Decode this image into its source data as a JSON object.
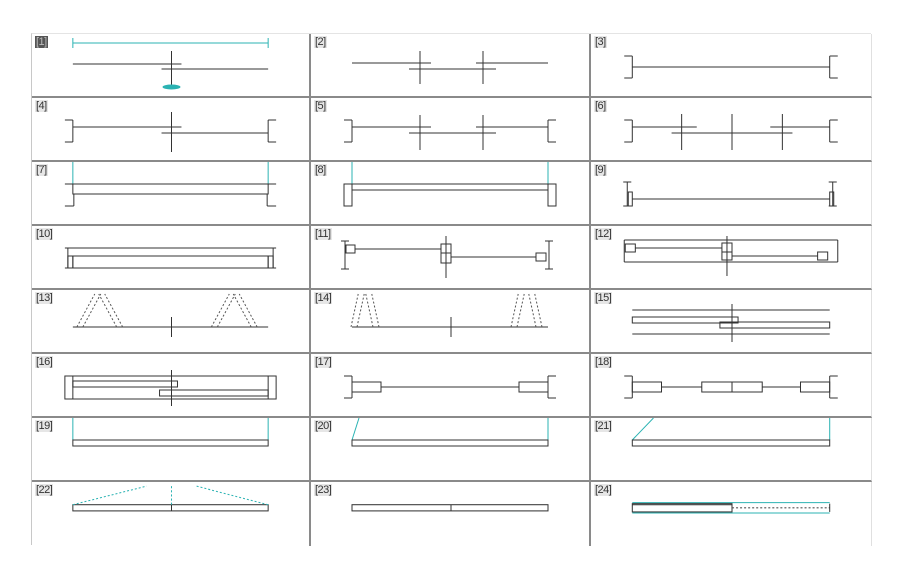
{
  "selected_index": 0,
  "cells": [
    {
      "label": "[1]",
      "name": "pattern-1"
    },
    {
      "label": "[2]",
      "name": "pattern-2"
    },
    {
      "label": "[3]",
      "name": "pattern-3"
    },
    {
      "label": "[4]",
      "name": "pattern-4"
    },
    {
      "label": "[5]",
      "name": "pattern-5"
    },
    {
      "label": "[6]",
      "name": "pattern-6"
    },
    {
      "label": "[7]",
      "name": "pattern-7"
    },
    {
      "label": "[8]",
      "name": "pattern-8"
    },
    {
      "label": "[9]",
      "name": "pattern-9"
    },
    {
      "label": "[10]",
      "name": "pattern-10"
    },
    {
      "label": "[11]",
      "name": "pattern-11"
    },
    {
      "label": "[12]",
      "name": "pattern-12"
    },
    {
      "label": "[13]",
      "name": "pattern-13"
    },
    {
      "label": "[14]",
      "name": "pattern-14"
    },
    {
      "label": "[15]",
      "name": "pattern-15"
    },
    {
      "label": "[16]",
      "name": "pattern-16"
    },
    {
      "label": "[17]",
      "name": "pattern-17"
    },
    {
      "label": "[18]",
      "name": "pattern-18"
    },
    {
      "label": "[19]",
      "name": "pattern-19"
    },
    {
      "label": "[20]",
      "name": "pattern-20"
    },
    {
      "label": "[21]",
      "name": "pattern-21"
    },
    {
      "label": "[22]",
      "name": "pattern-22"
    },
    {
      "label": "[23]",
      "name": "pattern-23"
    },
    {
      "label": "[24]",
      "name": "pattern-24"
    }
  ],
  "colors": {
    "line": "#333333",
    "accent": "#2bb3b3",
    "grid": "#8a8a8a"
  }
}
